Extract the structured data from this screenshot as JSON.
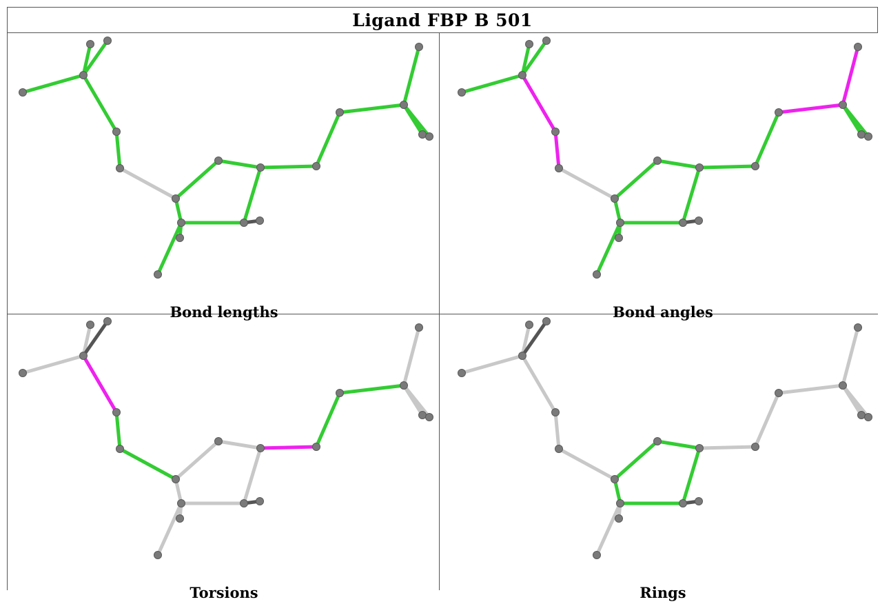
{
  "title": "Ligand FBP B 501",
  "panels": [
    {
      "caption": "Bond lengths"
    },
    {
      "caption": "Bond angles"
    },
    {
      "caption": "Torsions"
    },
    {
      "caption": "Rings"
    }
  ],
  "colors": {
    "ok_bond": "#33cc33",
    "outlier_bond": "#ee22ee",
    "neutral_bond": "#c8c8c8",
    "atom": "#7a7a7a",
    "border": "#555555"
  }
}
